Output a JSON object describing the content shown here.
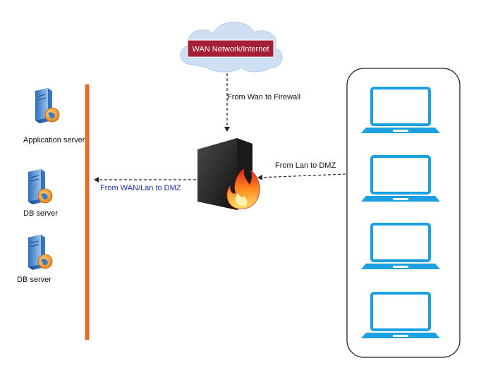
{
  "wan": {
    "label": "WAN Network/Internet"
  },
  "servers": [
    {
      "label": "Application server"
    },
    {
      "label": "DB server"
    },
    {
      "label": "DB server"
    }
  ],
  "edges": {
    "wan_to_firewall": "From Wan to Firewall",
    "lan_to_dmz": "From Lan to DMZ",
    "wanlan_to_dmz": "From WAN/Lan to DMZ"
  },
  "laptop_count": 4,
  "colors": {
    "wan_box": "#a41e35",
    "cloud": "#cfe0f3",
    "dmz_bar": "#f26b21",
    "laptop": "#1ba1e2",
    "blue_label": "#1f2fa8",
    "arrow": "#222222"
  }
}
